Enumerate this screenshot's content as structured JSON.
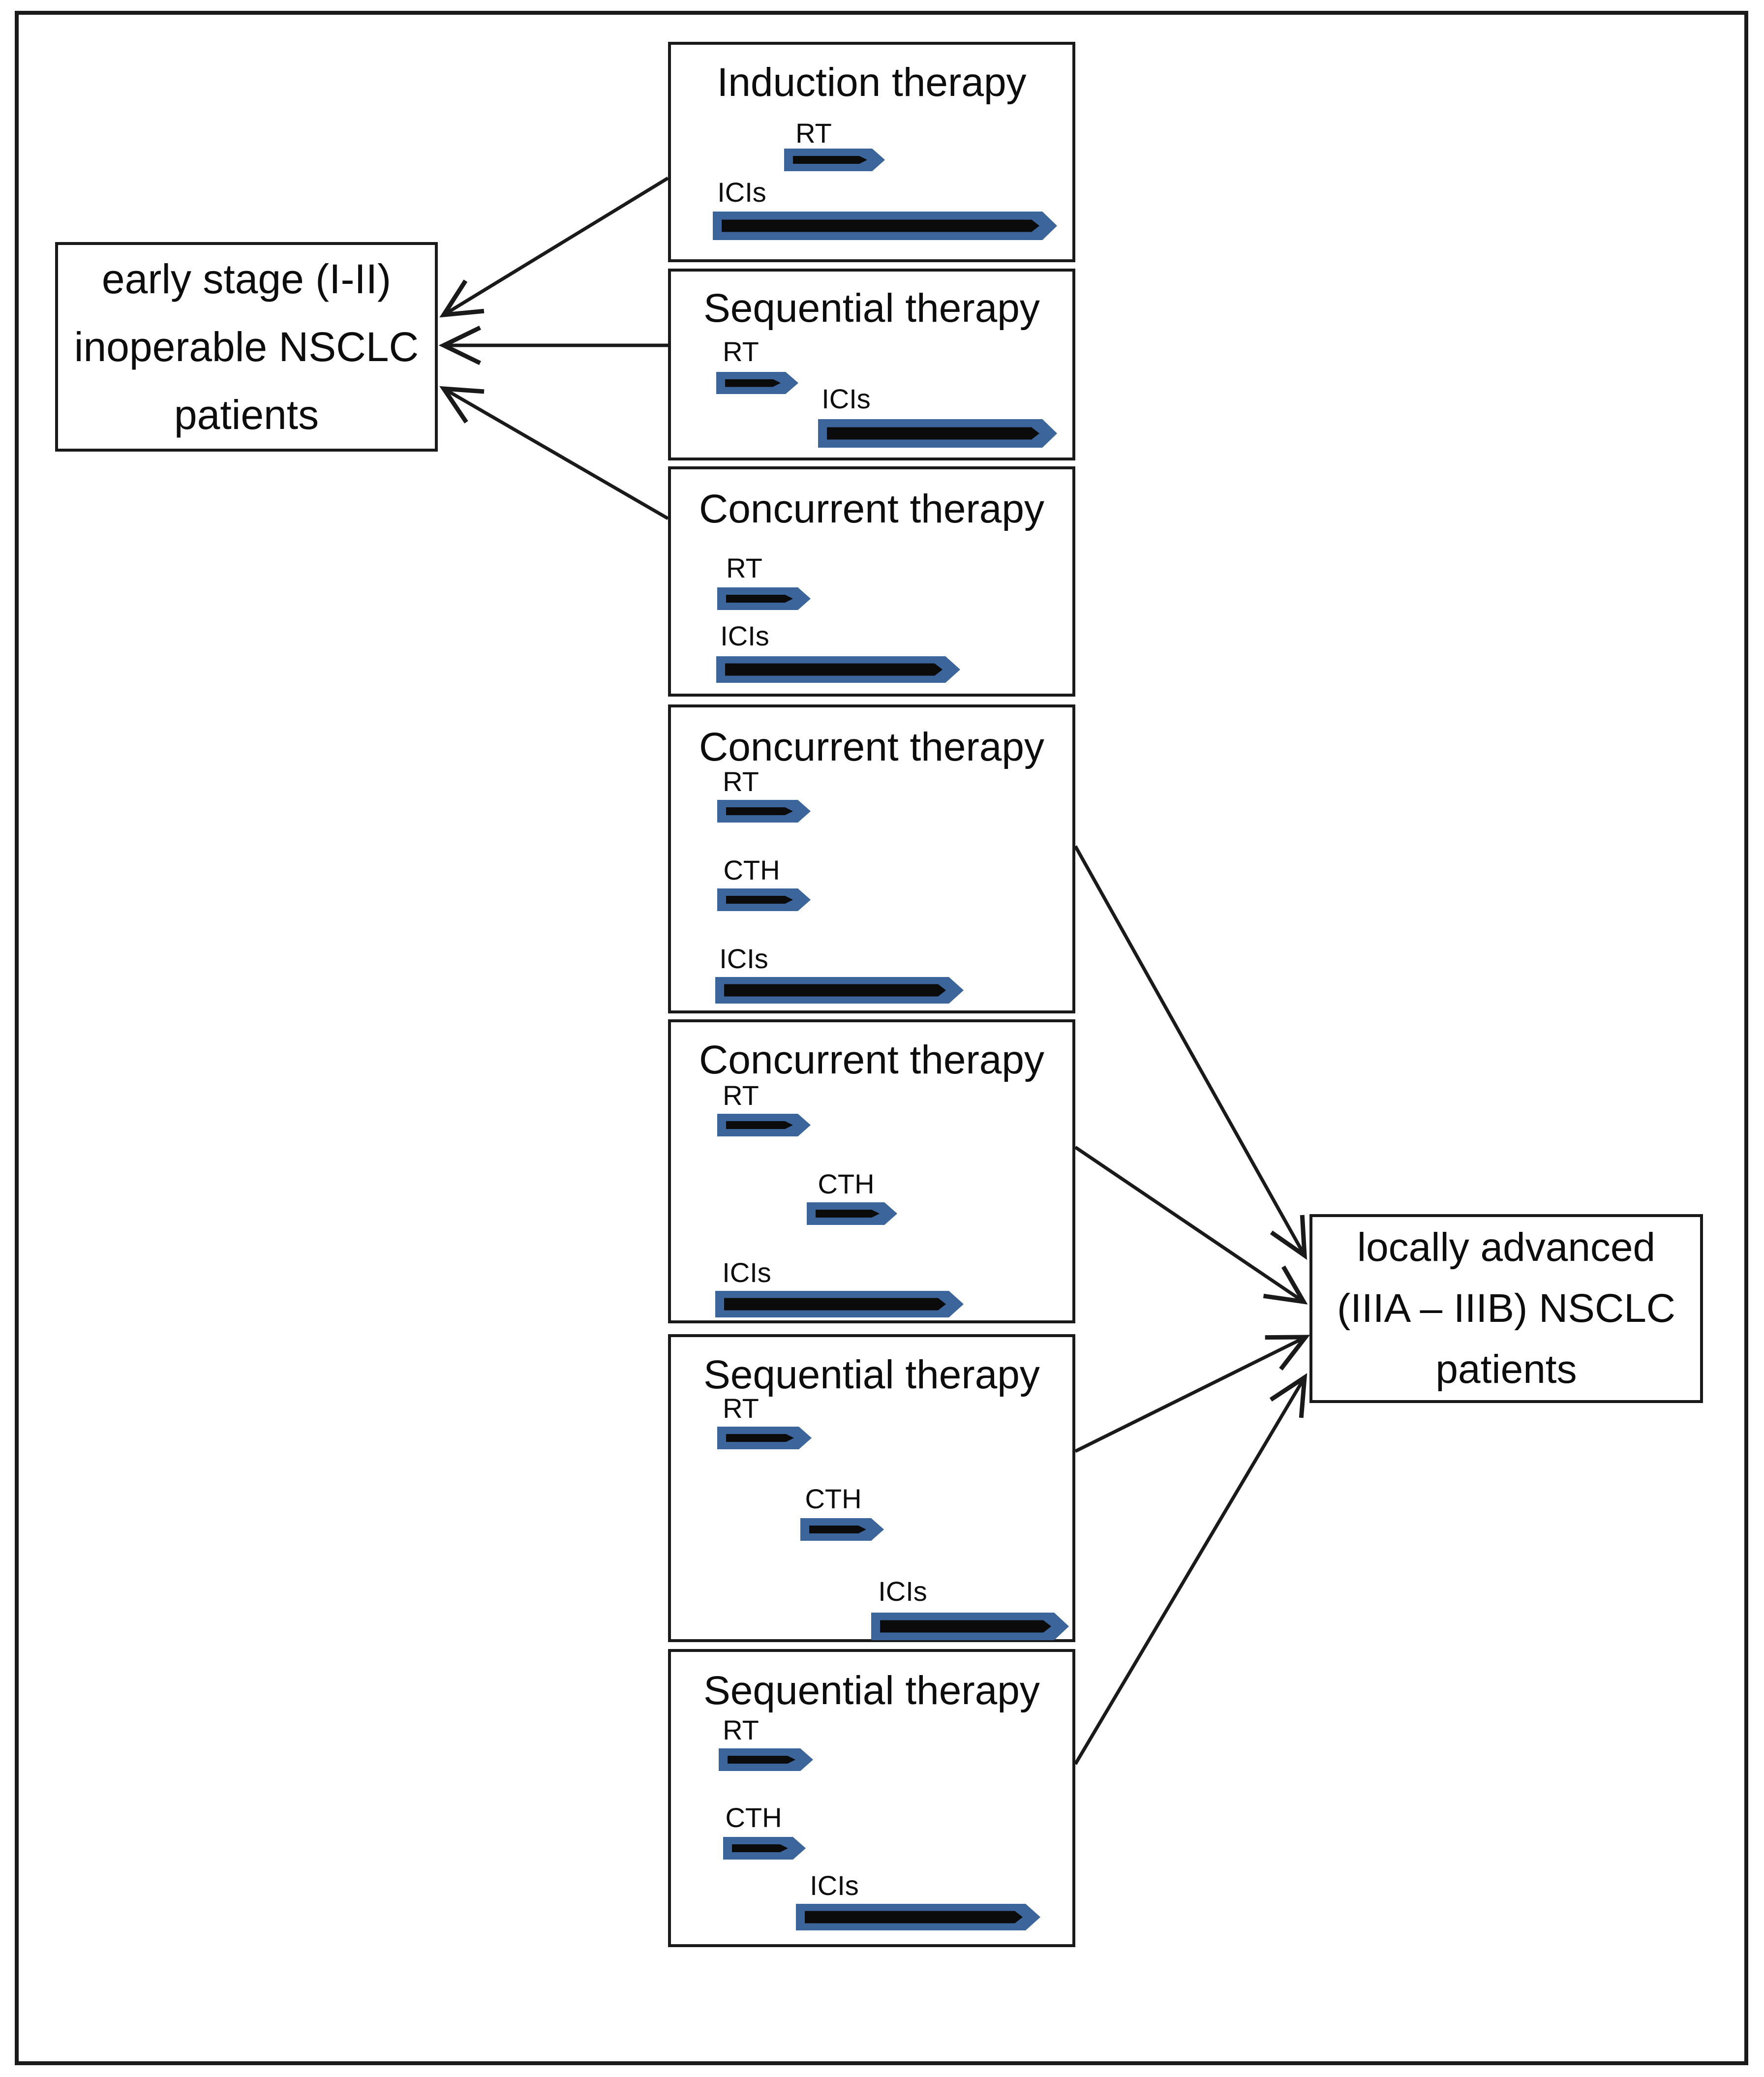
{
  "figure_type": "treatment-schema-flow-diagram",
  "colors": {
    "timeline_bar_fill": "#3c669b",
    "timeline_bar_core": "#0b0b0b",
    "box_border": "#1a1a1a",
    "connector_line": "#1a1a1a",
    "background": "#ffffff"
  },
  "patient_boxes": [
    {
      "id": "early-stage",
      "lines": [
        "early stage (I-II)",
        "inoperable NSCLC",
        "patients"
      ]
    },
    {
      "id": "locally-advanced",
      "lines": [
        "locally advanced",
        "(IIIA – IIIB) NSCLC",
        "patients"
      ]
    }
  ],
  "therapy_boxes": [
    {
      "title": "Induction therapy",
      "rows": [
        {
          "label": "RT",
          "length": "short",
          "position": "start-indented"
        },
        {
          "label": "ICIs",
          "length": "long",
          "position": "start"
        }
      ]
    },
    {
      "title": "Sequential therapy",
      "rows": [
        {
          "label": "RT",
          "length": "short",
          "position": "start"
        },
        {
          "label": "ICIs",
          "length": "long",
          "position": "after-RT"
        }
      ]
    },
    {
      "title": "Concurrent therapy",
      "rows": [
        {
          "label": "RT",
          "length": "short",
          "position": "start"
        },
        {
          "label": "ICIs",
          "length": "long",
          "position": "start"
        }
      ]
    },
    {
      "title": "Concurrent therapy",
      "rows": [
        {
          "label": "RT",
          "length": "short",
          "position": "start"
        },
        {
          "label": "CTH",
          "length": "short",
          "position": "start"
        },
        {
          "label": "ICIs",
          "length": "long",
          "position": "start"
        }
      ]
    },
    {
      "title": "Concurrent therapy",
      "rows": [
        {
          "label": "RT",
          "length": "short",
          "position": "start"
        },
        {
          "label": "CTH",
          "length": "short",
          "position": "after-RT"
        },
        {
          "label": "ICIs",
          "length": "long",
          "position": "start"
        }
      ]
    },
    {
      "title": "Sequential therapy",
      "rows": [
        {
          "label": "RT",
          "length": "short",
          "position": "start"
        },
        {
          "label": "CTH",
          "length": "short",
          "position": "after-RT"
        },
        {
          "label": "ICIs",
          "length": "long",
          "position": "after-CTH"
        }
      ]
    },
    {
      "title": "Sequential therapy",
      "rows": [
        {
          "label": "RT",
          "length": "short",
          "position": "start"
        },
        {
          "label": "CTH",
          "length": "short",
          "position": "start"
        },
        {
          "label": "ICIs",
          "length": "long",
          "position": "after-CTH"
        }
      ]
    }
  ],
  "connections": [
    {
      "from": "Induction therapy",
      "to": "early stage (I-II) inoperable NSCLC patients"
    },
    {
      "from": "Sequential therapy (RT, ICIs)",
      "to": "early stage (I-II) inoperable NSCLC patients"
    },
    {
      "from": "Concurrent therapy (RT, ICIs)",
      "to": "early stage (I-II) inoperable NSCLC patients"
    },
    {
      "from": "Concurrent therapy (RT, CTH, ICIs)",
      "to": "locally advanced (IIIA – IIIB) NSCLC patients"
    },
    {
      "from": "Concurrent therapy (RT, staggered CTH, ICIs)",
      "to": "locally advanced (IIIA – IIIB) NSCLC patients"
    },
    {
      "from": "Sequential therapy (RT, CTH, ICIs)",
      "to": "locally advanced (IIIA – IIIB) NSCLC patients"
    },
    {
      "from": "Sequential therapy (RT, CTH, late ICIs)",
      "to": "locally advanced (IIIA – IIIB) NSCLC patients"
    }
  ]
}
